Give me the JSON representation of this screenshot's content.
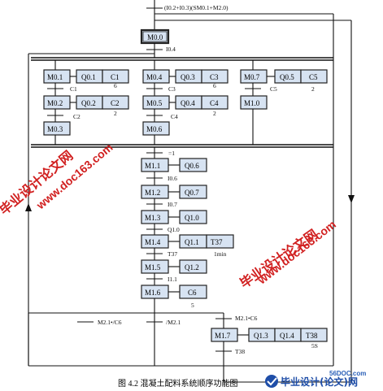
{
  "top_condition": "(I0.2+I0.3)(SM0.1+M2.0)",
  "initial_step": "M0.0",
  "trans_i04": "I0.4",
  "branch1": {
    "step1": "M0.1",
    "act1a": "Q0.1",
    "act1b": "C1",
    "num1": "6",
    "t1": "C1",
    "step2": "M0.2",
    "act2a": "Q0.2",
    "act2b": "C2",
    "num2": "2",
    "t2": "C2",
    "step3": "M0.3"
  },
  "branch2": {
    "step1": "M0.4",
    "act1a": "Q0.3",
    "act1b": "C3",
    "num1": "6",
    "t1": "C3",
    "step2": "M0.5",
    "act2a": "Q0.4",
    "act2b": "C4",
    "num2": "2",
    "t2": "C4",
    "step3": "M0.6"
  },
  "branch3": {
    "step1": "M0.7",
    "act1a": "Q0.5",
    "act1b": "C5",
    "num1": "2",
    "t1": "C5",
    "step2": "M1.0"
  },
  "trans_one": "=1",
  "chain": [
    {
      "step": "M1.1",
      "act1": "Q0.6",
      "trans": "I0.6"
    },
    {
      "step": "M1.2",
      "act1": "Q0.7",
      "trans": "I0.7"
    },
    {
      "step": "M1.3",
      "act1": "Q1.0",
      "trans": "Q1.0"
    },
    {
      "step": "M1.4",
      "act1": "Q1.1",
      "act2": "T37",
      "note": "1min",
      "trans": "T37"
    },
    {
      "step": "M1.5",
      "act1": "Q1.2",
      "trans": "I1.1"
    },
    {
      "step": "M1.6",
      "act1": "C6",
      "note": "5"
    }
  ],
  "alt_left": "M2.1•/C6",
  "alt_mid": "/M2.1",
  "alt_right": "M2.1•C6",
  "final": {
    "step": "M1.7",
    "act1": "Q1.3",
    "act2": "Q1.4",
    "act3": "T38",
    "note": "5S",
    "trans": "T38"
  },
  "caption": "图 4.2 混凝土配料系统顺序功能图",
  "watermark_text1": "毕业设计论文网",
  "watermark_text2": "www.doc163.com",
  "bottom_site": "56DOC.com",
  "bottom_brand": "毕业设计(论文)网",
  "colors": {
    "box": "#d7e3f2",
    "watermark": "#d12020"
  }
}
